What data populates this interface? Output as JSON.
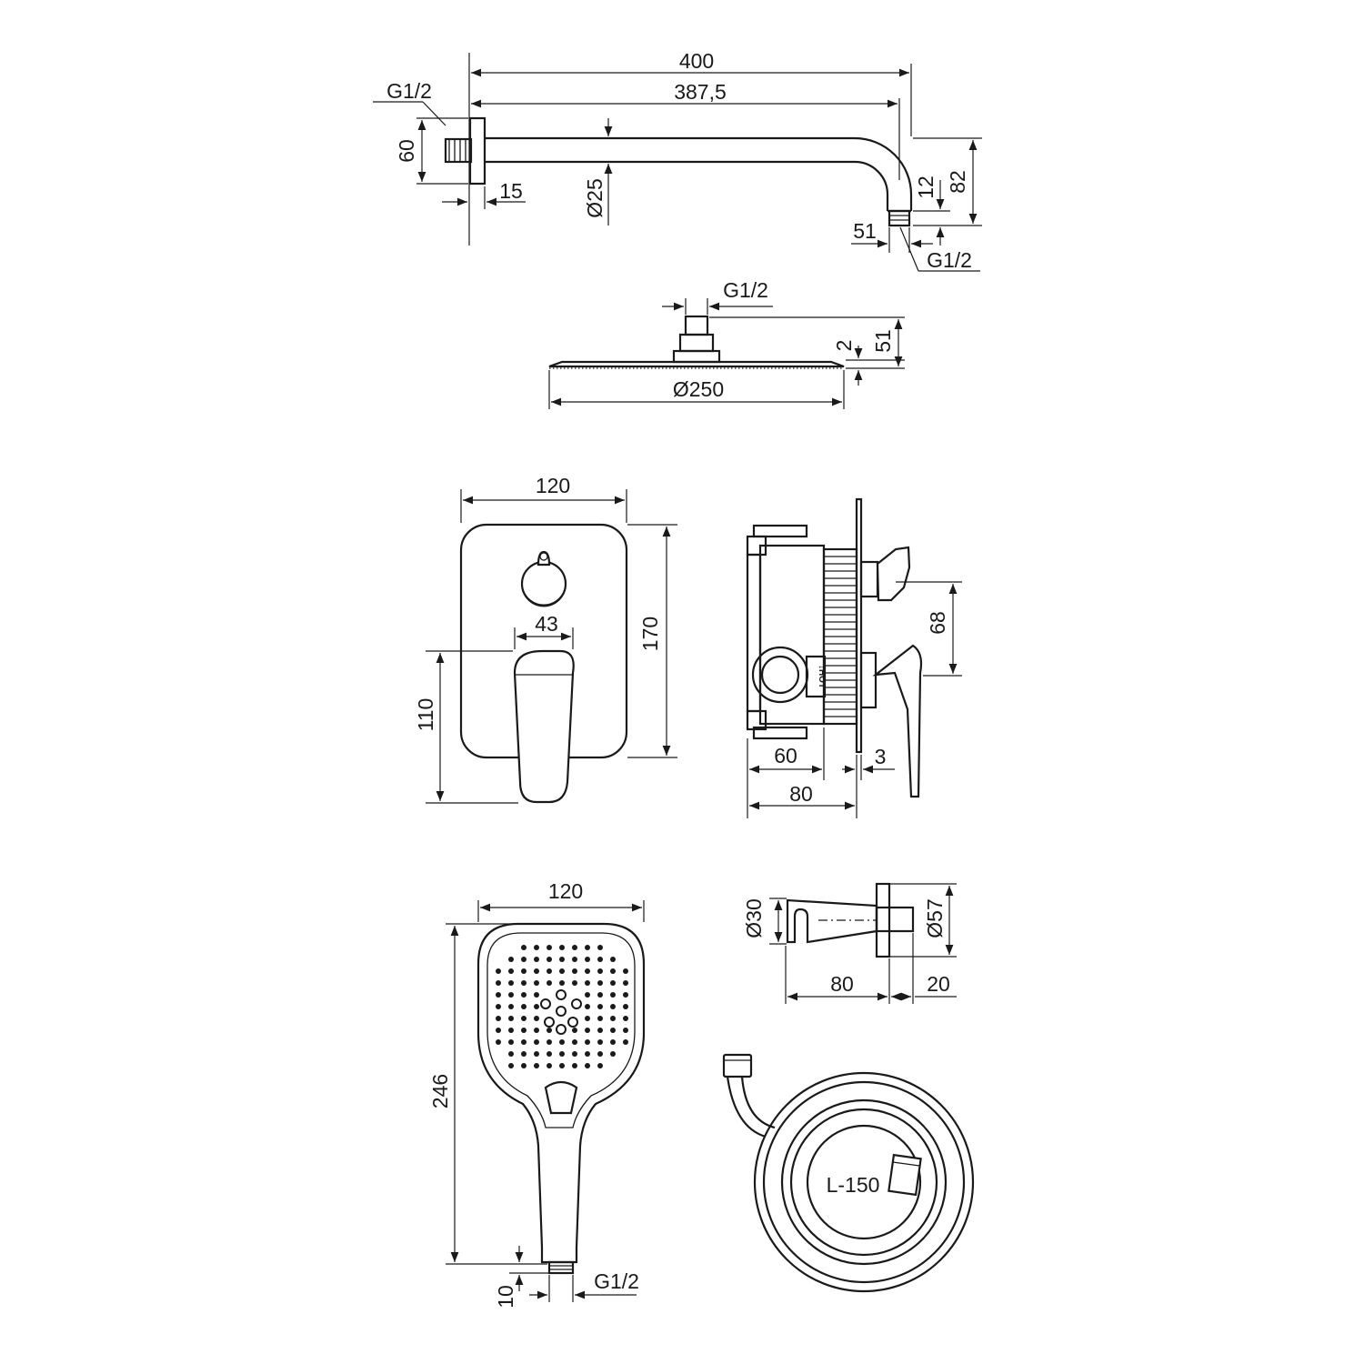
{
  "arm": {
    "thread_inlet": "G1/2",
    "height": "60",
    "flange": "15",
    "length_total": "400",
    "length_axis": "387,5",
    "diameter": "Ø25",
    "drop": "82",
    "nipple": "12",
    "offset": "51",
    "thread_outlet": "G1/2"
  },
  "head": {
    "thread": "G1/2",
    "height": "51",
    "thickness": "2",
    "diameter": "Ø250"
  },
  "mixer_front": {
    "width": "120",
    "height": "170",
    "lever_width": "43",
    "lever_height": "110"
  },
  "mixer_side": {
    "spacing": "68",
    "hot_label": "↓HOT",
    "depth_inner": "60",
    "plate": "3",
    "depth_total": "80"
  },
  "hand_shower": {
    "width": "120",
    "length": "246",
    "thread_length": "10",
    "thread": "G1/2"
  },
  "holder": {
    "pipe_diameter": "Ø30",
    "flange_diameter": "Ø57",
    "length": "80",
    "flange_depth": "20"
  },
  "hose": {
    "length": "L-150"
  }
}
